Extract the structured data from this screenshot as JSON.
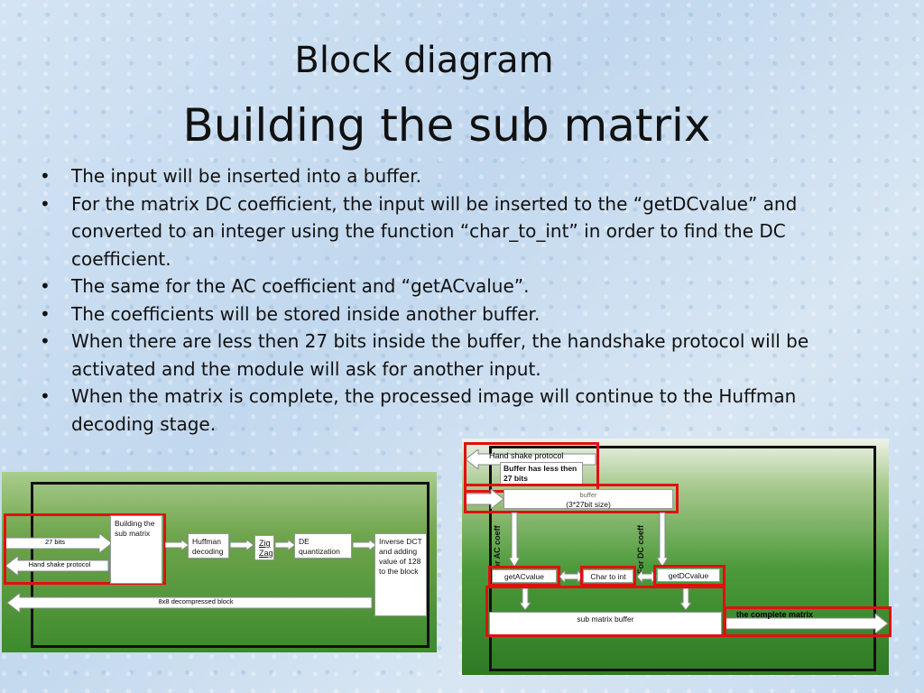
{
  "slide": {
    "subtitle": "Block diagram",
    "title": "Building the sub matrix",
    "bullets": [
      "The input will be inserted into a buffer.",
      "For the matrix  DC coefficient, the input will be inserted to the “getDCvalue” and converted to an integer using the function “char_to_int” in order to find the DC coefficient.",
      "The same for the AC coefficient and “getACvalue”.",
      "The coefficients will be stored inside another buffer.",
      "When there are less then 27 bits inside the buffer, the handshake protocol will be activated and the module will ask for another input.",
      "When the matrix is complete, the processed image will continue to the Huffman decoding stage."
    ]
  },
  "diagram1": {
    "input_label": "27 bits",
    "handshake_label": "Hand shake protocol",
    "building_block": "Building the sub matrix",
    "huffman_block": "Huffman decoding",
    "zigzag_block": "Zig Zag",
    "de_quant_block": "DE quantization",
    "idct_block": "Inverse DCT and adding value of 128 to the block",
    "output_label": "8x8 decompressed block"
  },
  "diagram2": {
    "handshake_label": "Hand shake protocol",
    "less_than_label": "Buffer has less then 27 bits",
    "buffer_title": "buffer",
    "buffer_size": "(3*27bit size)",
    "ac_label": "For AC coeff",
    "dc_label": "For DC coeff",
    "get_ac": "getACvalue",
    "char_to_int": "Char to int",
    "get_dc": "getDCvalue",
    "sub_matrix": "sub matrix buffer",
    "complete_label": "the complete matrix"
  },
  "colors": {
    "highlight": "#e01010",
    "diagram_green": "#3d8a2e"
  }
}
